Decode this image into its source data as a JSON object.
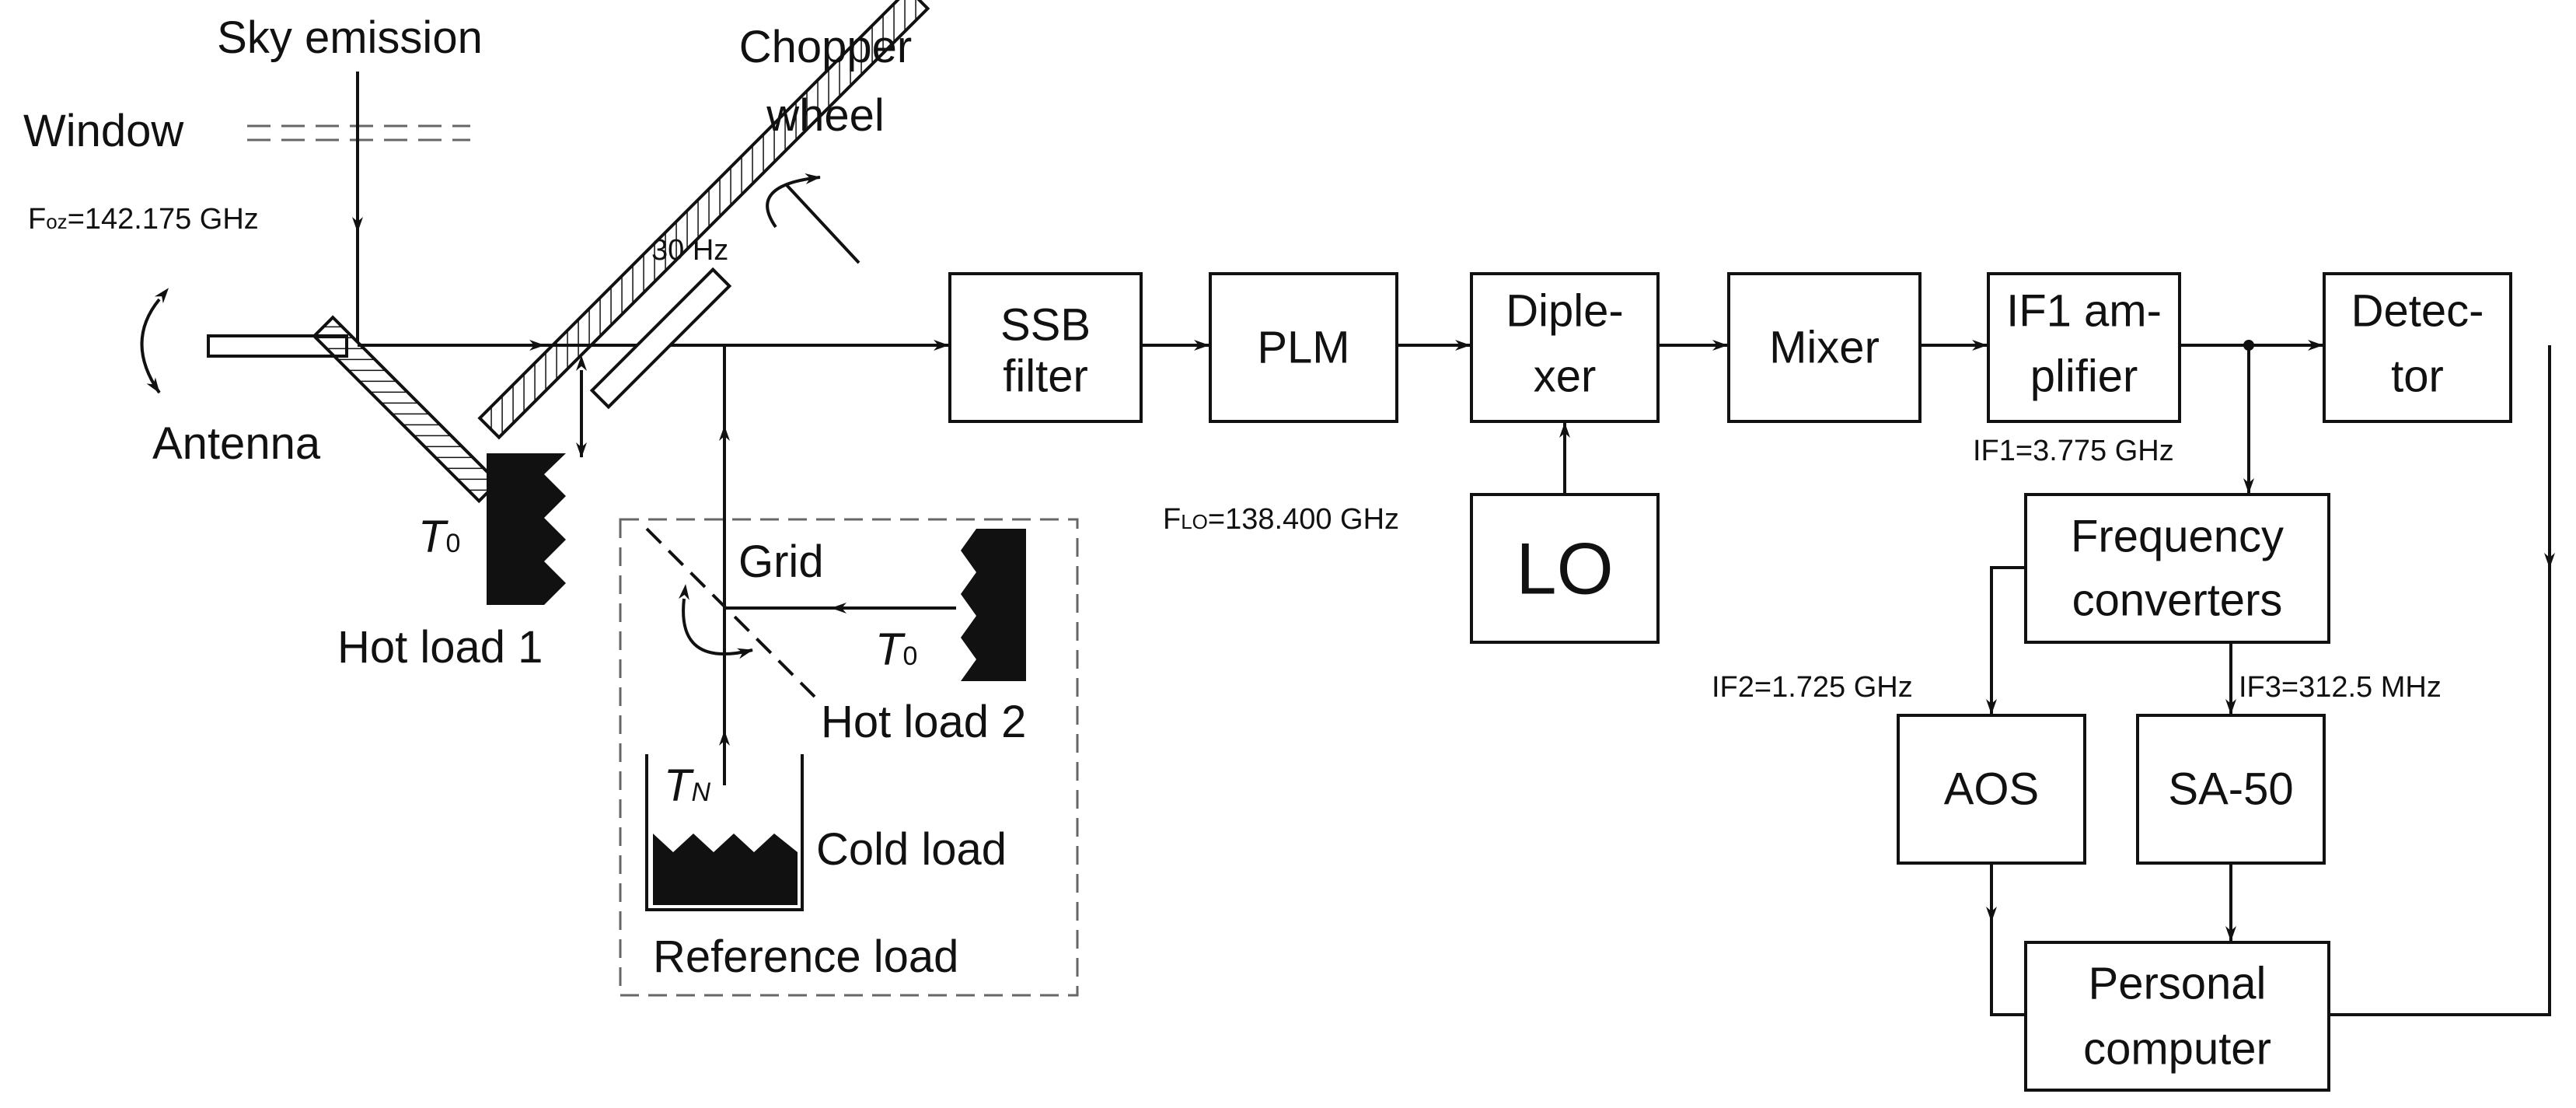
{
  "labels": {
    "sky_emission": "Sky emission",
    "window": "Window",
    "chopper_wheel_line1": "Chopper",
    "chopper_wheel_line2": "wheel",
    "chopper_freq": "30 Hz",
    "antenna": "Antenna",
    "hot_load_1": "Hot load 1",
    "hot_load_2": "Hot load 2",
    "grid": "Grid",
    "cold_load": "Cold load",
    "reference_load": "Reference load",
    "t0_base": "T",
    "t0_sub": "0",
    "tn_base": "T",
    "tn_sub": "N"
  },
  "freqs": {
    "foz_base": "F",
    "foz_sub": "oz",
    "foz_value": "=142.175 GHz",
    "flo_base": "F",
    "flo_sub": "LO",
    "flo_value": "=138.400 GHz",
    "if1": "IF1=3.775 GHz",
    "if2": "IF2=1.725 GHz",
    "if3": "IF3=312.5 MHz"
  },
  "blocks": {
    "ssb_filter": [
      "SSB",
      "filter"
    ],
    "plm": [
      "PLM"
    ],
    "diplexer": [
      "Diple-",
      "xer"
    ],
    "mixer": [
      "Mixer"
    ],
    "if1_amplifier": [
      "IF1 am-",
      "plifier"
    ],
    "detector": [
      "Detec-",
      "tor"
    ],
    "lo": [
      "LO"
    ],
    "frequency_converters": [
      "Frequency",
      "converters"
    ],
    "aos": [
      "AOS"
    ],
    "sa50": [
      "SA-50"
    ],
    "personal_computer": [
      "Personal",
      "computer"
    ]
  }
}
